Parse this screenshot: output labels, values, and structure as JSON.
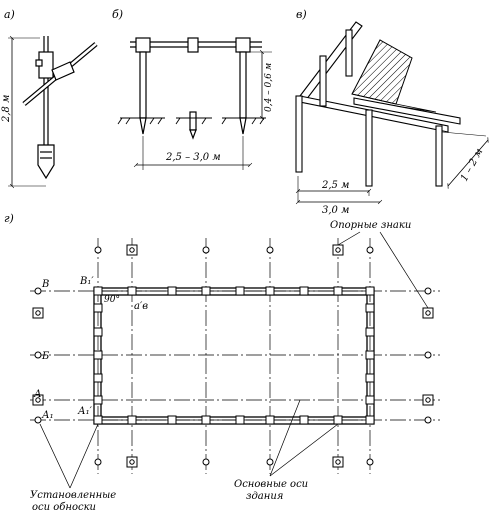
{
  "panels": {
    "a": {
      "letter": "а)",
      "height_dim": "2,8 м"
    },
    "b": {
      "letter": "б)",
      "spacing_dim": "2,5 – 3,0 м",
      "depth_dim": "0,4 – 0,6 м"
    },
    "c": {
      "letter": "в)",
      "dim_short": "2,5 м",
      "dim_long": "3,0 м",
      "dim_side": "1 – 2 м"
    },
    "d": {
      "letter": "г)",
      "label_reference": "Опорные знаки",
      "label_offset_axes": [
        "Установленные",
        "оси обноски"
      ],
      "label_main_axes": [
        "Основные  оси",
        "здания"
      ],
      "axis_V": "В",
      "axis_B": "Б",
      "axis_A": "А",
      "axis_A1": "А₁",
      "axis_V1": "В₁′",
      "axis_A1p": "А₁′",
      "axis_a_V": "a′в",
      "angle": "90°"
    }
  }
}
